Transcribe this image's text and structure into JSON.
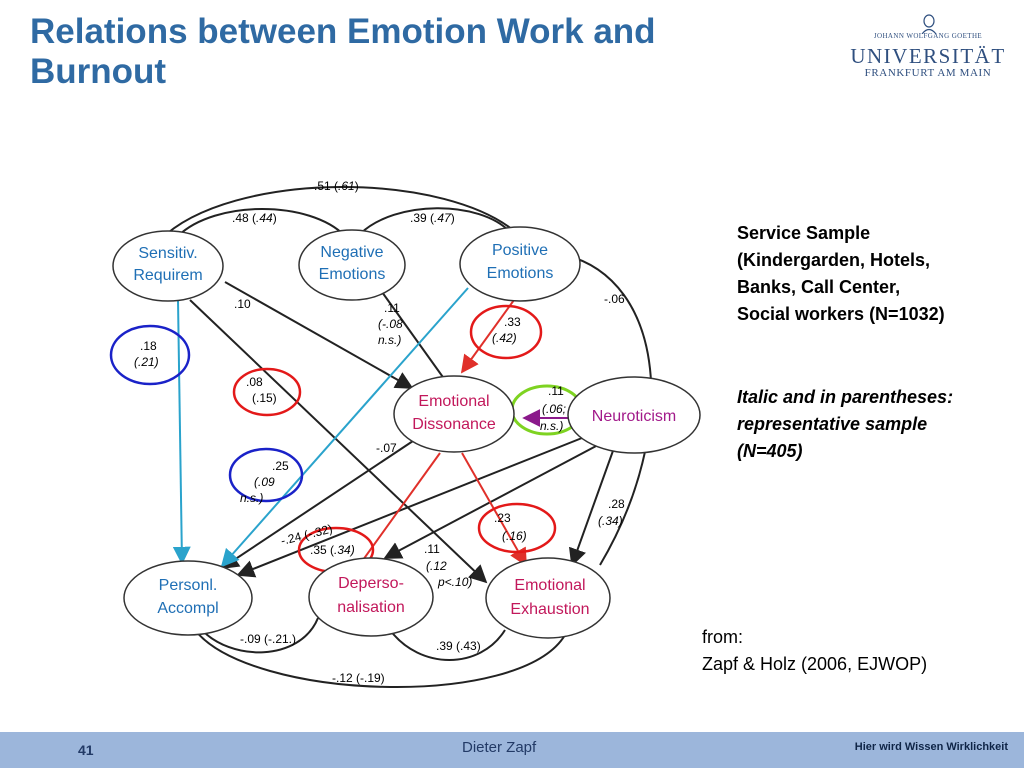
{
  "slide": {
    "title": "Relations between Emotion Work and Burnout",
    "page_number": "41",
    "author": "Dieter Zapf",
    "slogan": "Hier wird Wissen Wirklichkeit"
  },
  "logo": {
    "line1": "JOHANN WOLFGANG GOETHE",
    "line2": "UNIVERSITÄT",
    "line3": "FRANKFURT AM MAIN"
  },
  "sample": {
    "lines": [
      "Service Sample",
      "(Kindergarden, Hotels,",
      "Banks, Call Center,",
      "Social workers (N=1032)"
    ]
  },
  "note": {
    "lines": [
      "Italic and in parentheses:",
      "representative sample",
      "(N=405)"
    ]
  },
  "source": {
    "line1": "from:",
    "line2": "Zapf & Holz (2006, EJWOP)"
  },
  "nodes": {
    "sensitiv": [
      "Sensitiv.",
      "Requirem"
    ],
    "negative": [
      "Negative",
      "Emotions"
    ],
    "positive": [
      "Positive",
      "Emotions"
    ],
    "dissonance": [
      "Emotional",
      "Dissonance"
    ],
    "neuroticism": [
      "Neuroticism"
    ],
    "personal": [
      "Personl.",
      "Accompl"
    ],
    "deperso": [
      "Deperso-",
      "nalisation"
    ],
    "exhaustion": [
      "Emotional",
      "Exhaustion"
    ]
  },
  "colors": {
    "title": "#2f6aa3",
    "blue_node_text": "#1f6fb5",
    "pink_node_text": "#c2185b",
    "red_arrow": "#e0302a",
    "cyan_arrow": "#2aa3cc",
    "purple_arrow": "#8b1a8b",
    "highlight_red": "#e31919",
    "highlight_blue": "#1a22c8",
    "highlight_green": "#7ed321",
    "footer": "#9cb6db"
  },
  "coefficients": {
    "c_sr_pe": [
      ".51 (",
      ".61",
      ")"
    ],
    "c_sr_ne": [
      ".48 (",
      ".44",
      ")"
    ],
    "c_ne_pe": [
      ".39 (",
      ".47",
      ")"
    ],
    "c_sr_ed": ".10",
    "c_ne_ed": [
      ".11",
      "(-.08",
      "n.s.)"
    ],
    "c_pe_ed": [
      ".33",
      "(.42)"
    ],
    "c_pe_exh": "-.06",
    "c_sr_pa": [
      ".18",
      "(.21)"
    ],
    "c_ne_dp": [
      ".08",
      "(.15)"
    ],
    "c_ne_neu": [
      ".11",
      "(.06;",
      "n.s.)"
    ],
    "c_ed_pa": "-.07",
    "c_pe_pa": [
      ".25",
      "(.09",
      "n.s.)"
    ],
    "c_ed_exh": [
      ".23",
      "(.16)"
    ],
    "c_neu_exh": [
      ".28",
      "(.34)"
    ],
    "c_neu_pa": "-.24 (-.32)",
    "c_neu_dp": [
      ".35 (",
      ".34)"
    ],
    "c_ed_dp": [
      ".11",
      "(.12",
      "p<.10)"
    ],
    "c_pa_dp": "-.09 (-.21.)",
    "c_dp_exh": ".39 (.43)",
    "c_pa_exh": "-.12 (-.19)"
  }
}
